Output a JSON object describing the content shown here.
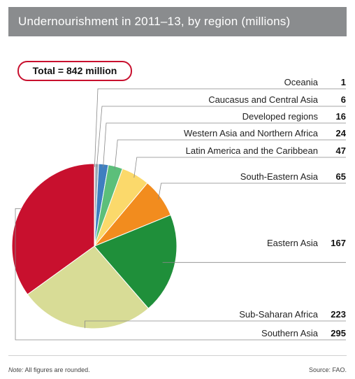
{
  "chart_data": {
    "type": "pie",
    "title": "Undernourishment in 2011–13, by region (millions)",
    "total_label": "Total = 842 million",
    "categories": [
      "Oceania",
      "Caucasus and Central Asia",
      "Developed regions",
      "Western Asia and Northern Africa",
      "Latin America and the Caribbean",
      "South-Eastern Asia",
      "Eastern Asia",
      "Sub-Saharan Africa",
      "Southern Asia"
    ],
    "values": [
      1,
      6,
      16,
      24,
      47,
      65,
      167,
      223,
      295
    ],
    "colors": [
      "#bfc1c3",
      "#9aa7b3",
      "#3f7fc0",
      "#5cbf7a",
      "#fbd96b",
      "#f28c1e",
      "#1f8f3a",
      "#d8dc96",
      "#c8102e"
    ],
    "legend": "right"
  },
  "footer": {
    "note_label": "Note:",
    "note_text": "All figures are rounded.",
    "source_text": "Source: FAO."
  }
}
